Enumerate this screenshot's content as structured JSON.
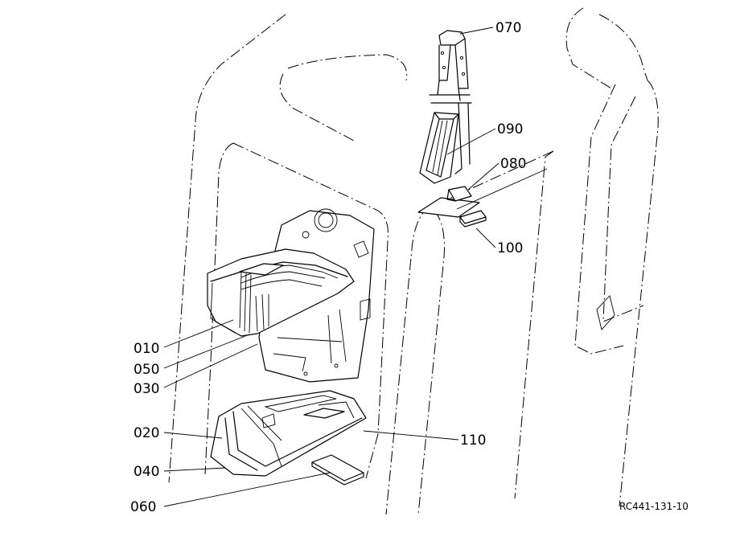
{
  "callouts": [
    {
      "id": "010",
      "text": "010"
    },
    {
      "id": "020",
      "text": "020"
    },
    {
      "id": "030",
      "text": "030"
    },
    {
      "id": "040",
      "text": "040"
    },
    {
      "id": "050",
      "text": "050"
    },
    {
      "id": "060",
      "text": "060"
    },
    {
      "id": "070",
      "text": "070"
    },
    {
      "id": "080",
      "text": "080"
    },
    {
      "id": "090",
      "text": "090"
    },
    {
      "id": "100",
      "text": "100"
    },
    {
      "id": "110",
      "text": "110"
    }
  ],
  "drawing_code": "RC441-131-10"
}
